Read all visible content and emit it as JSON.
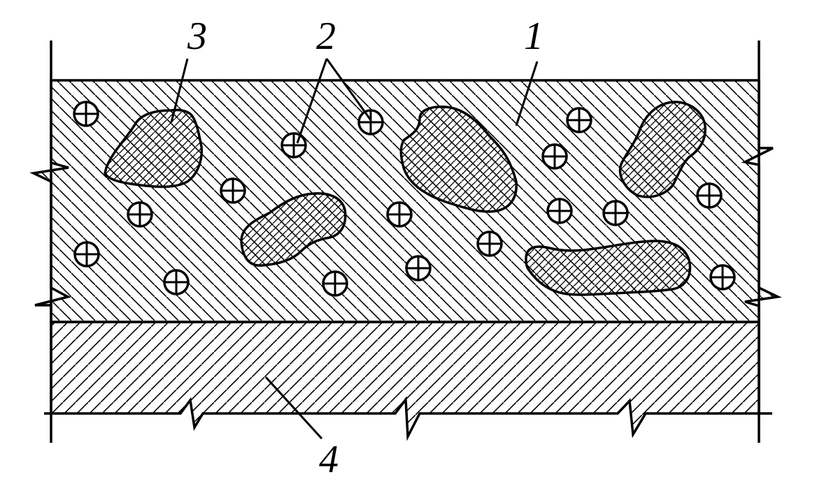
{
  "callouts": [
    {
      "id": "cement-matrix",
      "label": "1"
    },
    {
      "id": "air-voids",
      "label": "2"
    },
    {
      "id": "aggregate",
      "label": "3"
    },
    {
      "id": "base-layer",
      "label": "4"
    }
  ],
  "colors": {
    "ink": "#000000",
    "background": "#ffffff"
  }
}
